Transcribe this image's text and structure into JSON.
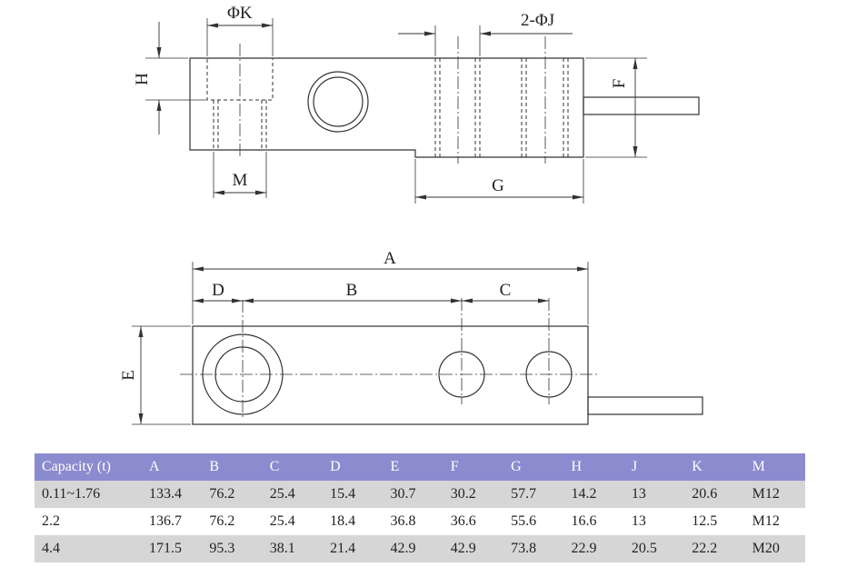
{
  "labels": {
    "phi_k": "ΦK",
    "two_phi_j": "2-ΦJ",
    "h": "H",
    "f": "F",
    "m": "M",
    "g": "G",
    "a": "A",
    "d": "D",
    "b": "B",
    "c": "C",
    "e": "E"
  },
  "colors": {
    "header_bg": "#8b8bcf",
    "stripe_bg": "#d6d6d6",
    "line": "#333333"
  },
  "table": {
    "headers": [
      "Capacity (t)",
      "A",
      "B",
      "C",
      "D",
      "E",
      "F",
      "G",
      "H",
      "J",
      "K",
      "M"
    ],
    "rows": [
      [
        "0.11~1.76",
        "133.4",
        "76.2",
        "25.4",
        "15.4",
        "30.7",
        "30.2",
        "57.7",
        "14.2",
        "13",
        "20.6",
        "M12"
      ],
      [
        "2.2",
        "136.7",
        "76.2",
        "25.4",
        "18.4",
        "36.8",
        "36.6",
        "55.6",
        "16.6",
        "13",
        "12.5",
        "M12"
      ],
      [
        "4.4",
        "171.5",
        "95.3",
        "38.1",
        "21.4",
        "42.9",
        "42.9",
        "73.8",
        "22.9",
        "20.5",
        "22.2",
        "M20"
      ]
    ]
  }
}
